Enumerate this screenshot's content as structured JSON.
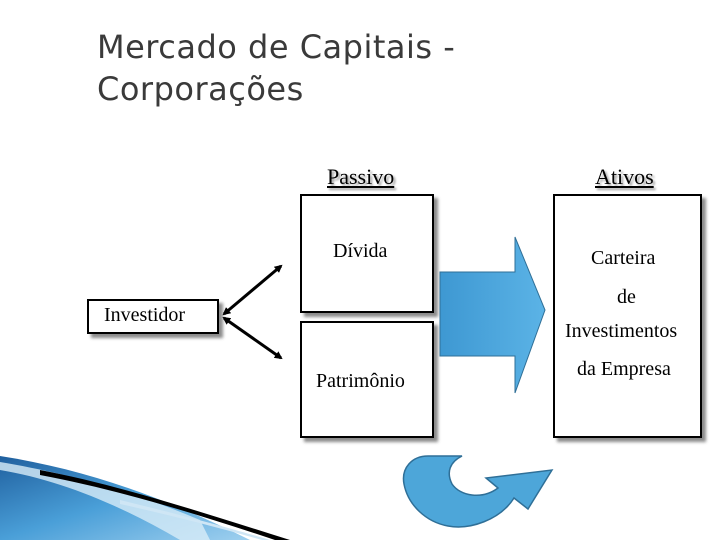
{
  "title": {
    "line1": "Mercado de Capitais -",
    "line2": "Corporações"
  },
  "headers": {
    "liabilities": "Passivo",
    "assets": "Ativos"
  },
  "liabilities": {
    "debt": "Dívida",
    "equity": "Patrimônio"
  },
  "investor": "Investidor",
  "assets": {
    "line1": "Carteira",
    "line2": "de",
    "line3": "Investimentos",
    "line4": "da Empresa"
  },
  "colors": {
    "arrow_fill": "#4da6d9",
    "arrow_stroke": "#2f6f97",
    "corner_blue": "#3f8fd0"
  }
}
